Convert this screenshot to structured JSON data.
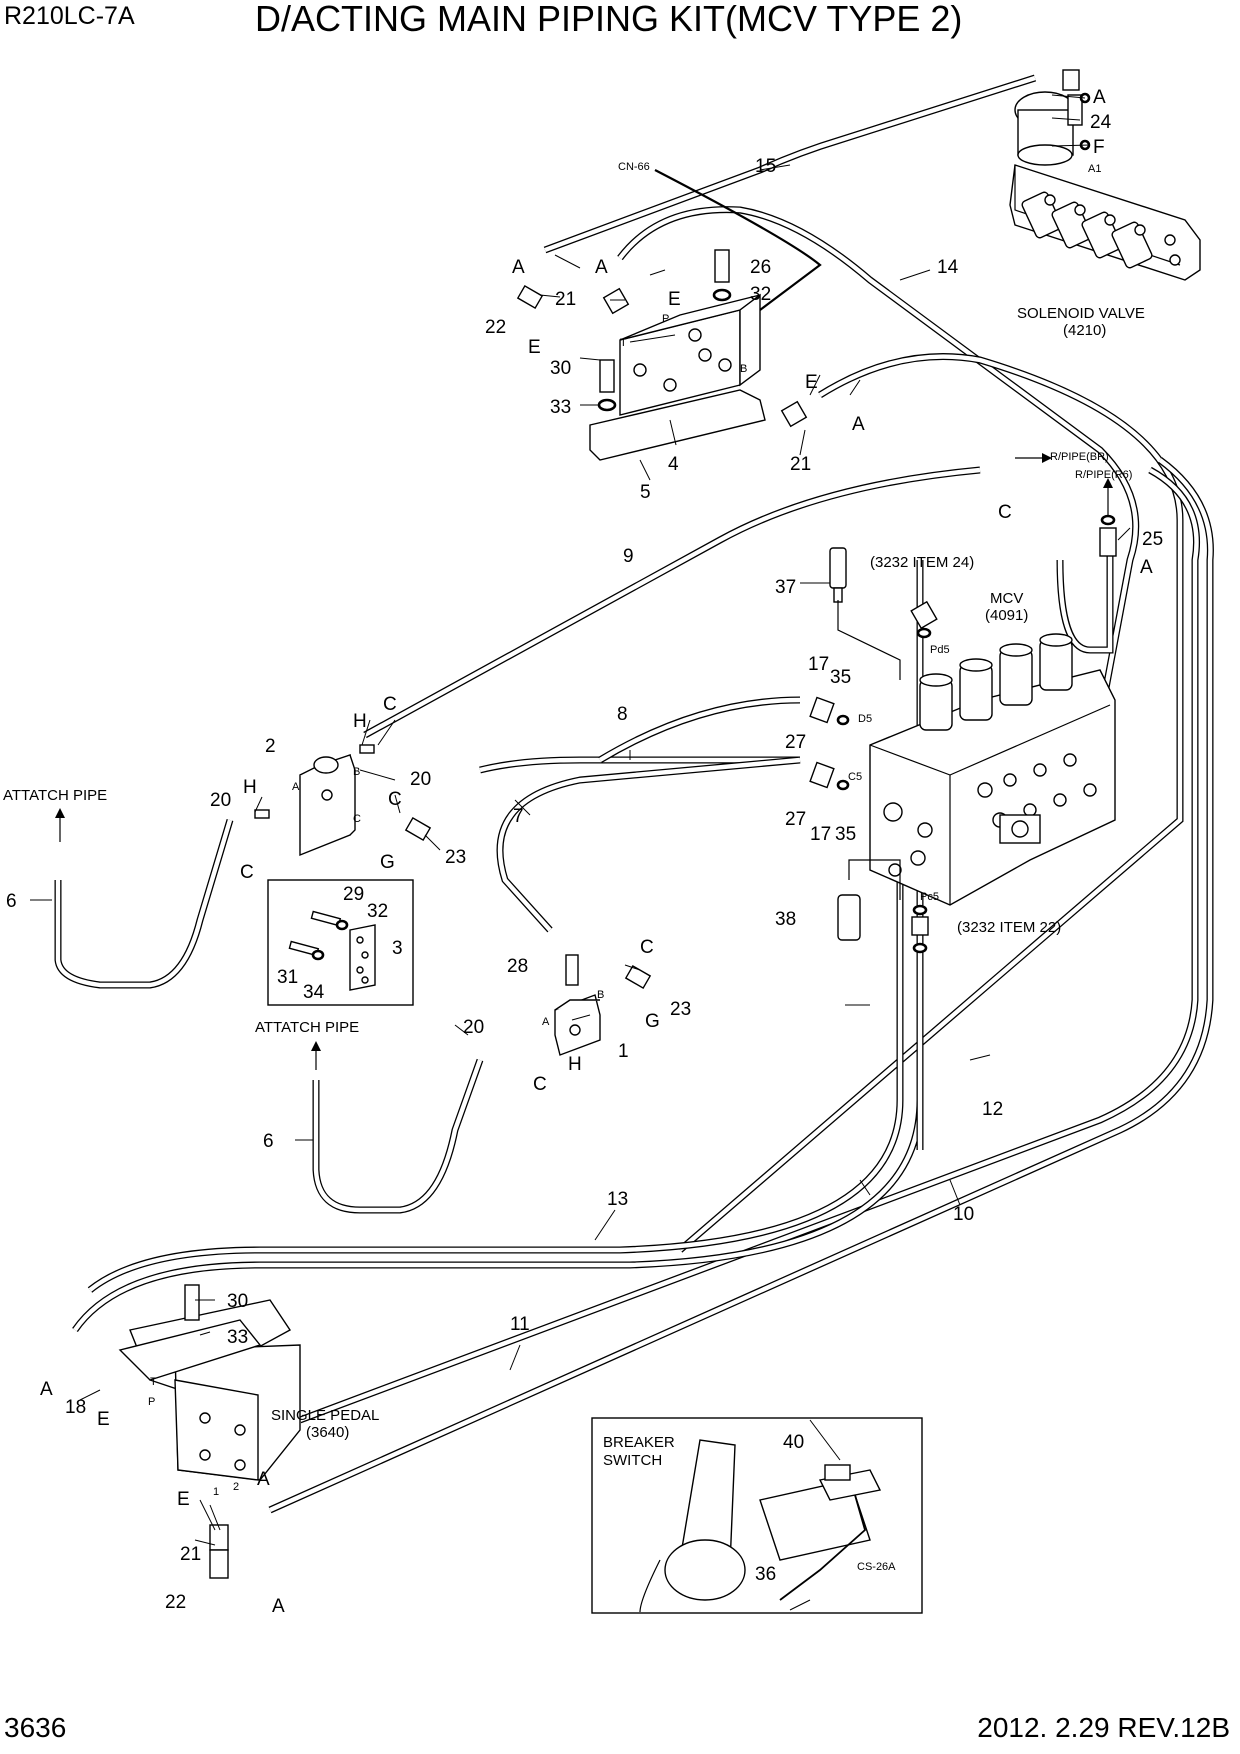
{
  "header": {
    "model": "R210LC-7A",
    "title": "D/ACTING MAIN PIPING KIT(MCV TYPE 2)"
  },
  "footer": {
    "page_number": "3636",
    "revision": "2012. 2.29  REV.12B"
  },
  "components": {
    "solenoid_valve": [
      "SOLENOID VALVE",
      "(4210)"
    ],
    "mcv": [
      "MCV",
      "(4091)"
    ],
    "single_pedal": [
      "SINGLE PEDAL",
      "(3640)"
    ],
    "breaker_switch": [
      "BREAKER",
      "SWITCH"
    ],
    "attach_pipe": "ATTATCH PIPE",
    "rpipe_br": "R/PIPE(BR)",
    "rpipe_r6": "R/PIPE(R6)",
    "ref_item_24": "(3232 ITEM 24)",
    "ref_item_22": "(3232 ITEM 22)",
    "connector_cn66": "CN-66",
    "connector_cs26a": "CS-26A"
  },
  "port_labels": {
    "a1": "A1",
    "pd5": "Pd5",
    "d5": "D5",
    "c5": "C5",
    "pc5": "Pc5",
    "p": "P",
    "t": "T",
    "a": "A",
    "b": "B",
    "c": "C",
    "one": "1",
    "two": "2"
  },
  "callouts": {
    "item1": "1",
    "item2": "2",
    "item3": "3",
    "item4": "4",
    "item5": "5",
    "item6": "6",
    "item7": "7",
    "item8": "8",
    "item9": "9",
    "item10": "10",
    "item11": "11",
    "item12": "12",
    "item13": "13",
    "item14": "14",
    "item15": "15",
    "item17": "17",
    "item18": "18",
    "item20": "20",
    "item21": "21",
    "item22": "22",
    "item23": "23",
    "item24": "24",
    "item25": "25",
    "item26": "26",
    "item27": "27",
    "item28": "28",
    "item29": "29",
    "item30": "30",
    "item31": "31",
    "item32": "32",
    "item33": "33",
    "item34": "34",
    "item35": "35",
    "item36": "36",
    "item37": "37",
    "item38": "38",
    "item40": "40",
    "letter_a": "A",
    "letter_c": "C",
    "letter_e": "E",
    "letter_f": "F",
    "letter_g": "G",
    "letter_h": "H"
  }
}
